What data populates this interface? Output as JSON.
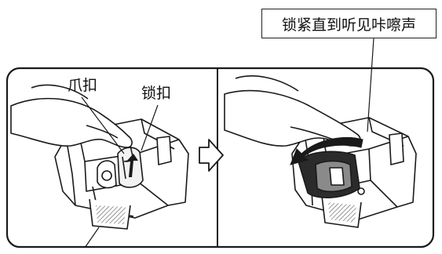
{
  "labels": {
    "claw": "爪扣",
    "lock": "锁扣",
    "instruction": "锁紧直到听见咔嚓声"
  },
  "colors": {
    "ink": "#1a1a1a",
    "fill": "#ffffff",
    "shade": "#8a8a8a",
    "dark": "#2b2b2b"
  }
}
